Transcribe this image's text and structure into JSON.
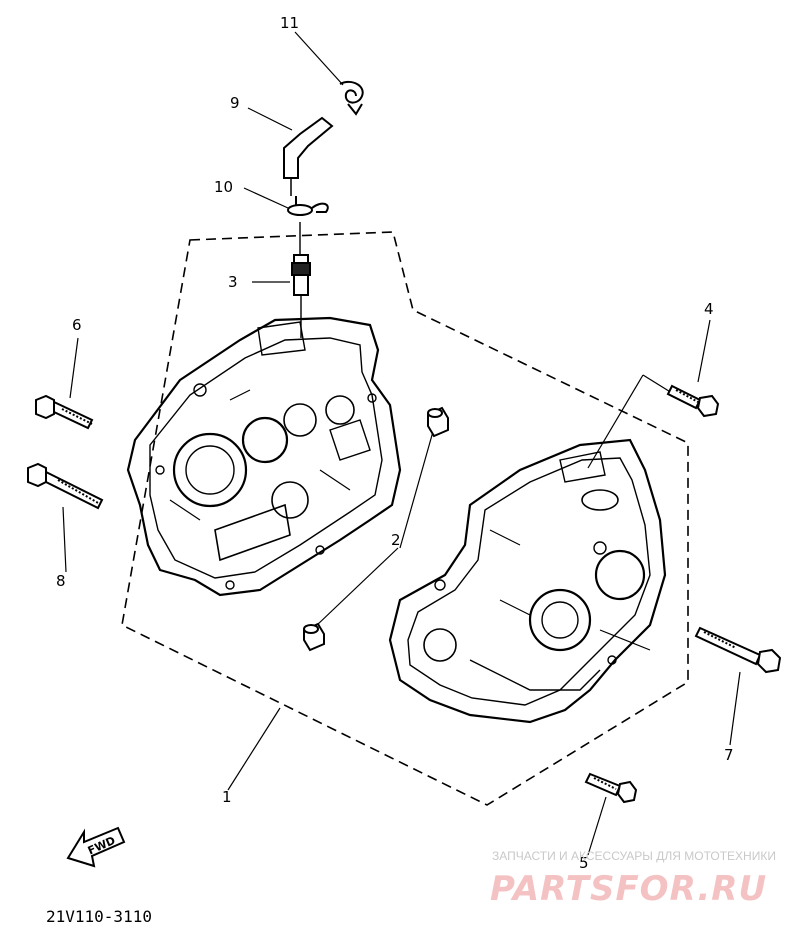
{
  "callouts": [
    {
      "id": "11",
      "label": "11"
    },
    {
      "id": "9",
      "label": "9"
    },
    {
      "id": "10",
      "label": "10"
    },
    {
      "id": "3",
      "label": "3"
    },
    {
      "id": "6",
      "label": "6"
    },
    {
      "id": "4",
      "label": "4"
    },
    {
      "id": "2",
      "label": "2"
    },
    {
      "id": "8",
      "label": "8"
    },
    {
      "id": "7",
      "label": "7"
    },
    {
      "id": "1",
      "label": "1"
    },
    {
      "id": "5",
      "label": "5"
    }
  ],
  "diagram_code": "21V110-3110",
  "fwd_label": "FWD",
  "watermark": {
    "line1": "ЗАПЧАСТИ И АКСЕССУАРЫ ДЛЯ МОТОТЕХНИКИ",
    "brand": "PARTSFOR.RU",
    "color": "#f4c2c2"
  }
}
